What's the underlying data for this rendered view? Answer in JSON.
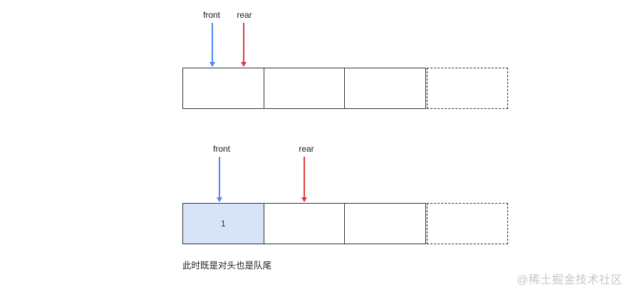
{
  "colors": {
    "front": "#4a89ee",
    "rear": "#e4393d",
    "cell-fill": "#d7e4f8"
  },
  "queues": [
    {
      "name": "empty-queue",
      "pointers": [
        {
          "label": "front",
          "points_to_cell": 0
        },
        {
          "label": "rear",
          "points_to_cell": 0
        }
      ],
      "cells": [
        {
          "value": "",
          "style": "solid"
        },
        {
          "value": "",
          "style": "solid"
        },
        {
          "value": "",
          "style": "solid"
        },
        {
          "value": "",
          "style": "dashed"
        }
      ]
    },
    {
      "name": "queue-with-one-element",
      "pointers": [
        {
          "label": "front",
          "points_to_cell": 0
        },
        {
          "label": "rear",
          "points_to_cell": 1
        }
      ],
      "cells": [
        {
          "value": "1",
          "style": "solid",
          "highlighted": true
        },
        {
          "value": "",
          "style": "solid"
        },
        {
          "value": "",
          "style": "solid"
        },
        {
          "value": "",
          "style": "dashed"
        }
      ]
    }
  ],
  "caption": "此时既是对头也是队尾",
  "watermark": "@稀土掘金技术社区"
}
